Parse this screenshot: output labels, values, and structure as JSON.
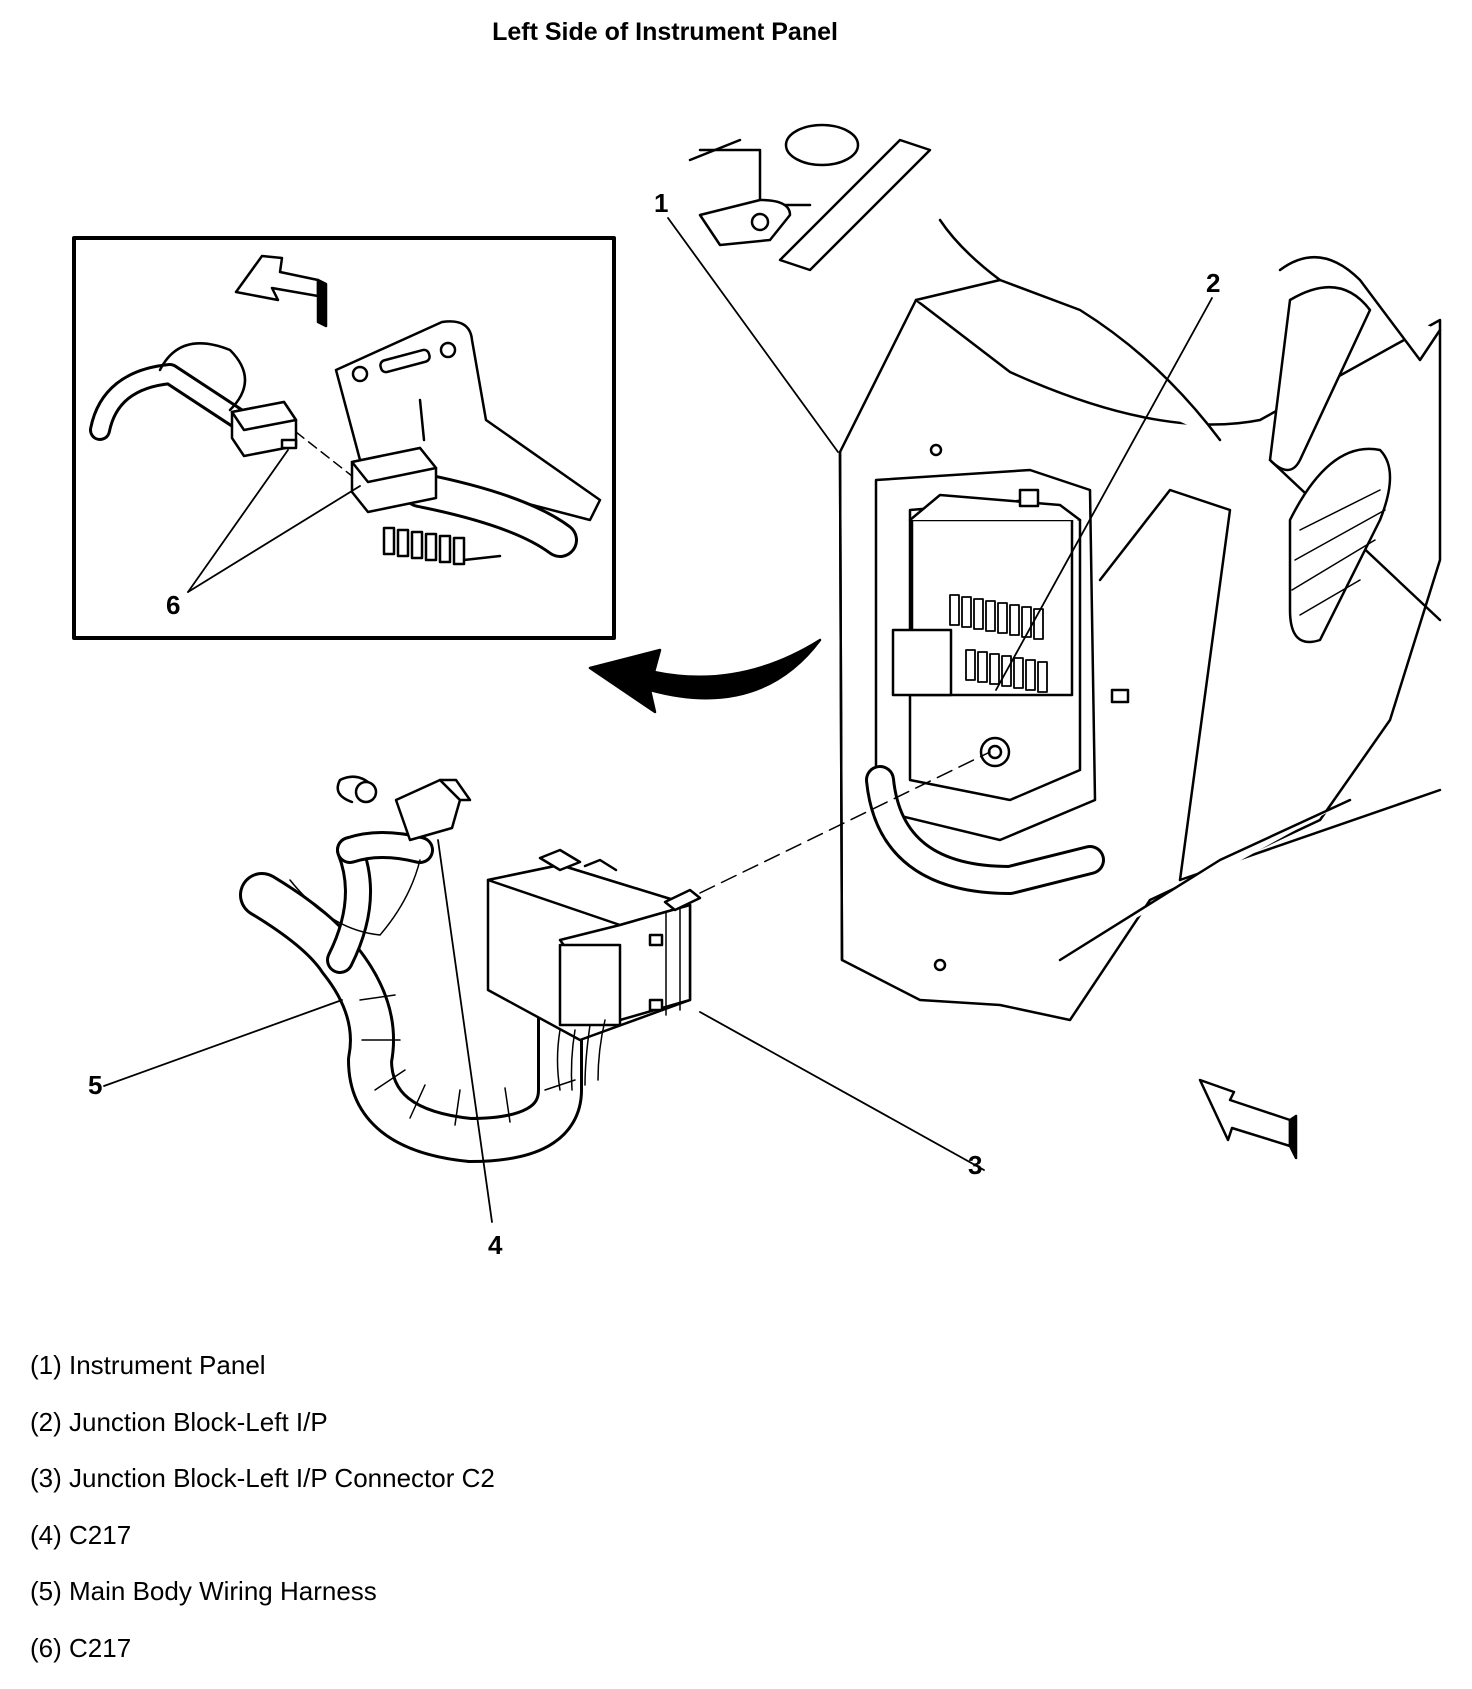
{
  "title": "Left Side of Instrument Panel",
  "callouts": [
    "1",
    "2",
    "3",
    "4",
    "5",
    "6"
  ],
  "legend": [
    "(1) Instrument Panel",
    "(2) Junction Block-Left I/P",
    "(3) Junction Block-Left I/P Connector C2",
    "(4) C217",
    "(5) Main Body Wiring Harness",
    "(6) C217"
  ]
}
